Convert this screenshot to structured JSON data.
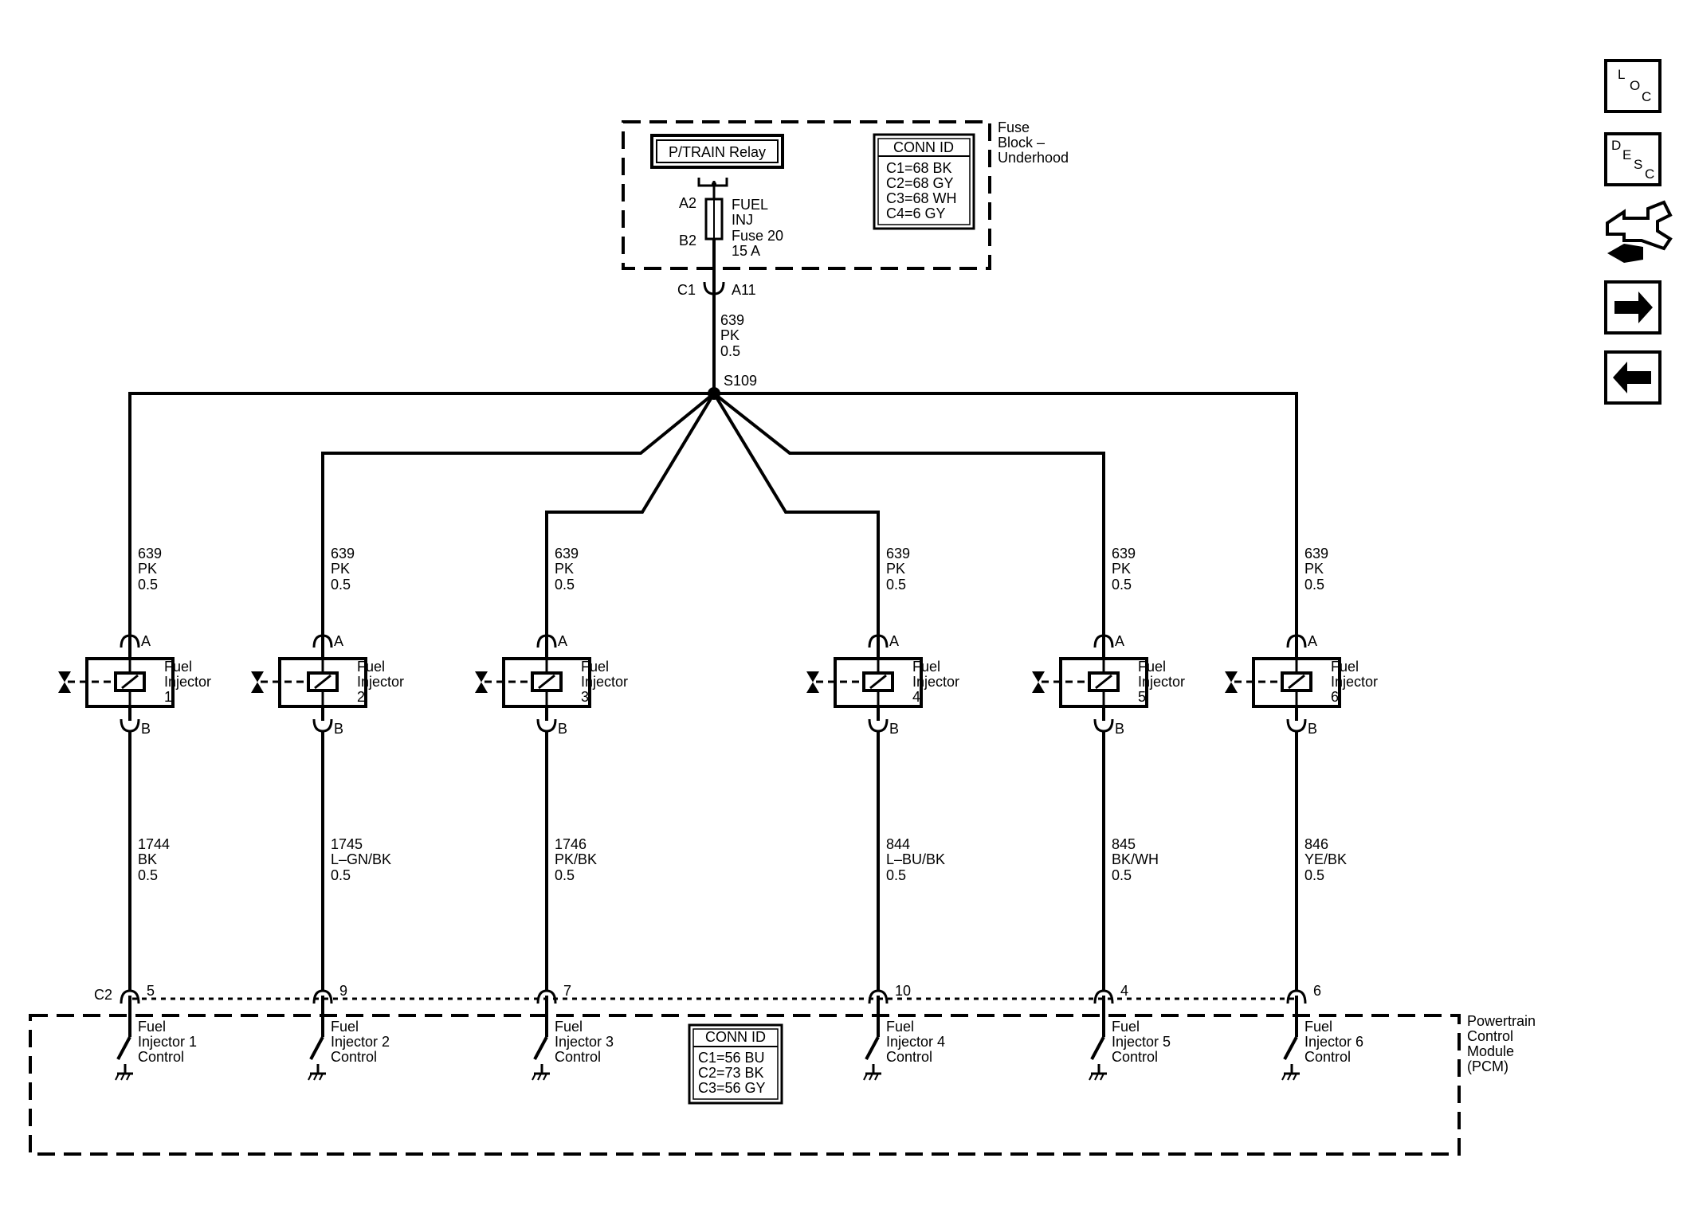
{
  "fuse_block": {
    "title": [
      "Fuse",
      "Block –",
      "Underhood"
    ],
    "relay": "P/TRAIN Relay",
    "fuse_text": [
      "FUEL",
      "INJ",
      "Fuse 20",
      "15 A"
    ],
    "pin_top": "A2",
    "pin_bottom": "B2",
    "conn_id_title": "CONN ID",
    "conn_ids": [
      "C1=68 BK",
      "C2=68 GY",
      "C3=68 WH",
      "C4=6 GY"
    ],
    "out_conn": "C1",
    "out_pin": "A11"
  },
  "feed_wire": {
    "circuit": "639",
    "color": "PK",
    "gauge": "0.5"
  },
  "splice": "S109",
  "injectors": [
    {
      "label": [
        "Fuel",
        "Injector",
        "1"
      ],
      "pin_a": "A",
      "pin_b": "B",
      "supply": [
        "639",
        "PK",
        "0.5"
      ],
      "control": [
        "1744",
        "BK",
        "0.5"
      ],
      "pcm_pin": "5",
      "pcm_label": [
        "Fuel",
        "Injector 1",
        "Control"
      ]
    },
    {
      "label": [
        "Fuel",
        "Injector",
        "2"
      ],
      "pin_a": "A",
      "pin_b": "B",
      "supply": [
        "639",
        "PK",
        "0.5"
      ],
      "control": [
        "1745",
        "L–GN/BK",
        "0.5"
      ],
      "pcm_pin": "9",
      "pcm_label": [
        "Fuel",
        "Injector 2",
        "Control"
      ]
    },
    {
      "label": [
        "Fuel",
        "Injector",
        "3"
      ],
      "pin_a": "A",
      "pin_b": "B",
      "supply": [
        "639",
        "PK",
        "0.5"
      ],
      "control": [
        "1746",
        "PK/BK",
        "0.5"
      ],
      "pcm_pin": "7",
      "pcm_label": [
        "Fuel",
        "Injector 3",
        "Control"
      ]
    },
    {
      "label": [
        "Fuel",
        "Injector",
        "4"
      ],
      "pin_a": "A",
      "pin_b": "B",
      "supply": [
        "639",
        "PK",
        "0.5"
      ],
      "control": [
        "844",
        "L–BU/BK",
        "0.5"
      ],
      "pcm_pin": "10",
      "pcm_label": [
        "Fuel",
        "Injector 4",
        "Control"
      ]
    },
    {
      "label": [
        "Fuel",
        "Injector",
        "5"
      ],
      "pin_a": "A",
      "pin_b": "B",
      "supply": [
        "639",
        "PK",
        "0.5"
      ],
      "control": [
        "845",
        "BK/WH",
        "0.5"
      ],
      "pcm_pin": "4",
      "pcm_label": [
        "Fuel",
        "Injector 5",
        "Control"
      ]
    },
    {
      "label": [
        "Fuel",
        "Injector",
        "6"
      ],
      "pin_a": "A",
      "pin_b": "B",
      "supply": [
        "639",
        "PK",
        "0.5"
      ],
      "control": [
        "846",
        "YE/BK",
        "0.5"
      ],
      "pcm_pin": "6",
      "pcm_label": [
        "Fuel",
        "Injector 6",
        "Control"
      ]
    }
  ],
  "pcm": {
    "title": [
      "Powertrain",
      "Control",
      "Module",
      "(PCM)"
    ],
    "connector": "C2",
    "conn_id_title": "CONN ID",
    "conn_ids": [
      "C1=56 BU",
      "C2=73 BK",
      "C3=56 GY"
    ]
  },
  "nav_buttons": [
    {
      "name": "loc-button",
      "letters": [
        "L",
        "O",
        "C"
      ]
    },
    {
      "name": "desc-button",
      "letters": [
        "D",
        "E",
        "S",
        "C"
      ]
    },
    {
      "name": "connector-icon"
    },
    {
      "name": "next-arrow-icon"
    },
    {
      "name": "previous-arrow-icon"
    }
  ]
}
